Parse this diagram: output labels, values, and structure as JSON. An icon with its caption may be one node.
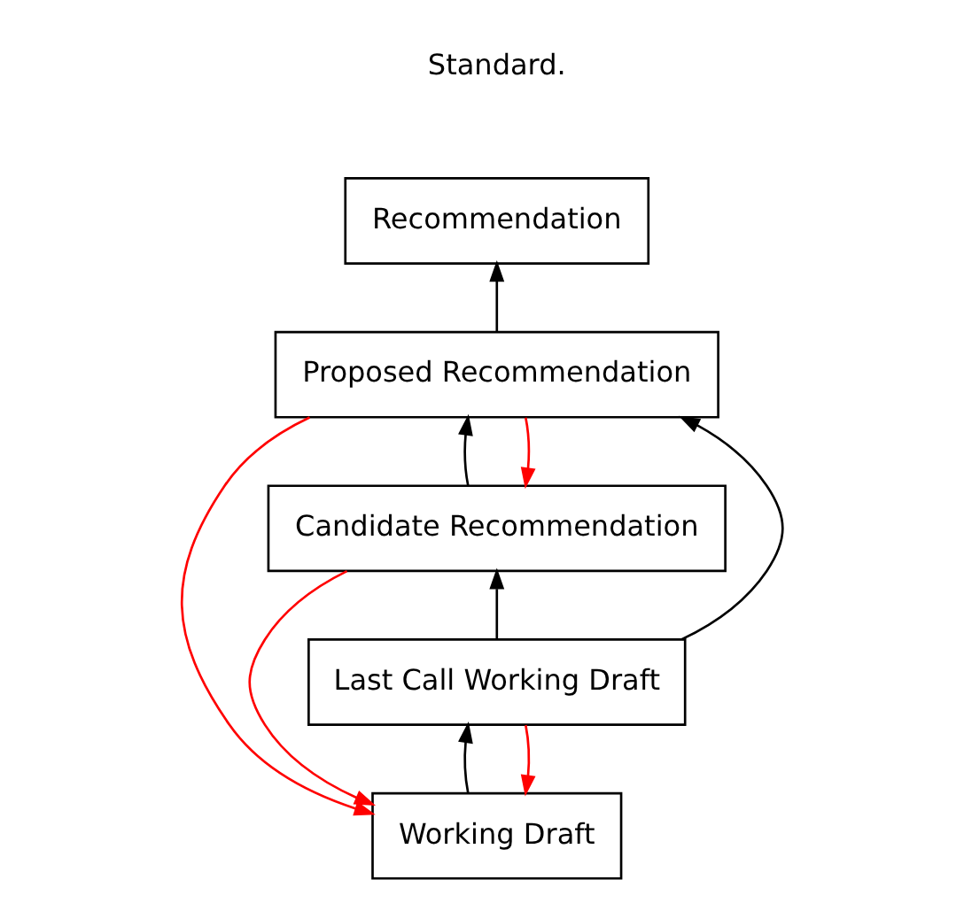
{
  "diagram": {
    "nodes": [
      {
        "text": [
          "Recommendation"
        ]
      },
      {
        "text": [
          "Proposed Recommendation"
        ]
      },
      {
        "text": [
          "Candidate Recommendation"
        ]
      },
      {
        "text": [
          "Last Call Working Draft"
        ]
      },
      {
        "text": [
          "Working Draft"
        ]
      }
    ],
    "edges": [
      {
        "from": 4,
        "to": 3,
        "arrow": "to"
      },
      {
        "from": 3,
        "to": 2,
        "arrow": "to"
      },
      {
        "from": 2,
        "to": 1,
        "arrow": "to"
      },
      {
        "from": 1,
        "to": 0,
        "arrow": "to"
      },
      {
        "from": 3,
        "to": 1,
        "arrow": "to"
      },
      {
        "from": 1,
        "to": 2,
        "arrow": "to",
        "color": "#ff0000"
      },
      {
        "from": 1,
        "to": 4,
        "arrow": "to",
        "color": "#ff0000"
      },
      {
        "from": 2,
        "to": 4,
        "arrow": "to",
        "color": "#ff0000"
      },
      {
        "from": 3,
        "to": 4,
        "arrow": "to",
        "color": "#ff0000"
      }
    ],
    "labels": [
      "Standard."
    ]
  }
}
